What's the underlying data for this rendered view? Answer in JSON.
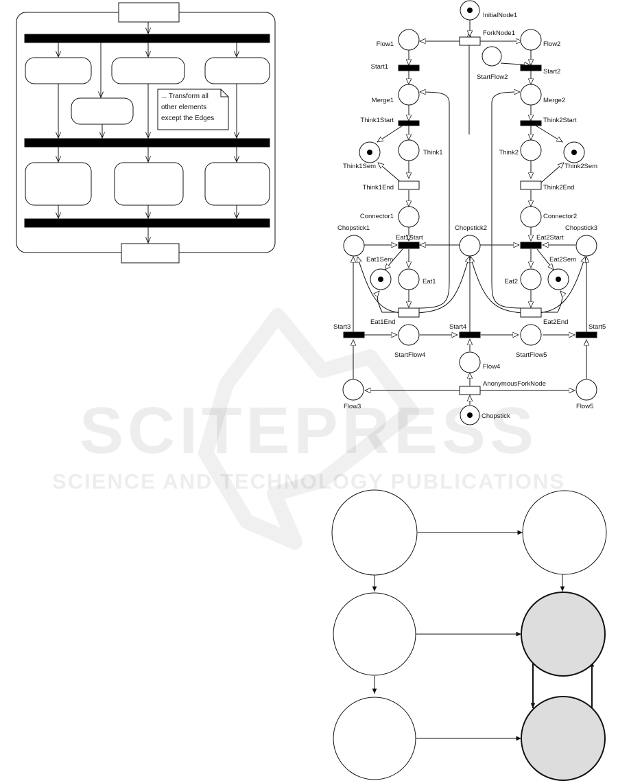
{
  "activity_diagram": {
    "note_lines": [
      "... Transform all",
      "other elements",
      "except the Edges"
    ]
  },
  "petri_net": {
    "labels": {
      "initial_node": "InitialNode1",
      "fork_node": "ForkNode1",
      "flow1": "Flow1",
      "flow2": "Flow2",
      "start_flow2": "StartFlow2",
      "start1": "Start1",
      "start2": "Start2",
      "merge1": "Merge1",
      "merge2": "Merge2",
      "think1_start": "Think1Start",
      "think2_start": "Think2Start",
      "think1": "Think1",
      "think2": "Think2",
      "think1_sem": "Think1Sem",
      "think2_sem": "Think2Sem",
      "think1_end": "Think1End",
      "think2_end": "Think2End",
      "connector1": "Connector1",
      "connector2": "Connector2",
      "chopstick1": "Chopstick1",
      "chopstick2": "Chopstick2",
      "chopstick3": "Chopstick3",
      "eat1_start": "Eat1Start",
      "eat2_start": "Eat2Start",
      "eat1_sem": "Eat1Sem",
      "eat2_sem": "Eat2Sem",
      "eat1": "Eat1",
      "eat2": "Eat2",
      "eat1_end": "Eat1End",
      "eat2_end": "Eat2End",
      "start3": "Start3",
      "start4": "Start4",
      "start5": "Start5",
      "start_flow4": "StartFlow4",
      "start_flow5": "StartFlow5",
      "flow4": "Flow4",
      "anonymous_fork": "AnonymousForkNode",
      "flow3": "Flow3",
      "flow5": "Flow5",
      "chopstick": "Chopstick"
    }
  },
  "watermark": {
    "title": "SCITEPRESS",
    "subtitle": "SCIENCE AND TECHNOLOGY PUBLICATIONS"
  },
  "colors": {
    "stroke": "#111111",
    "shaded_state": "#dddddd",
    "watermark": "#000000"
  }
}
